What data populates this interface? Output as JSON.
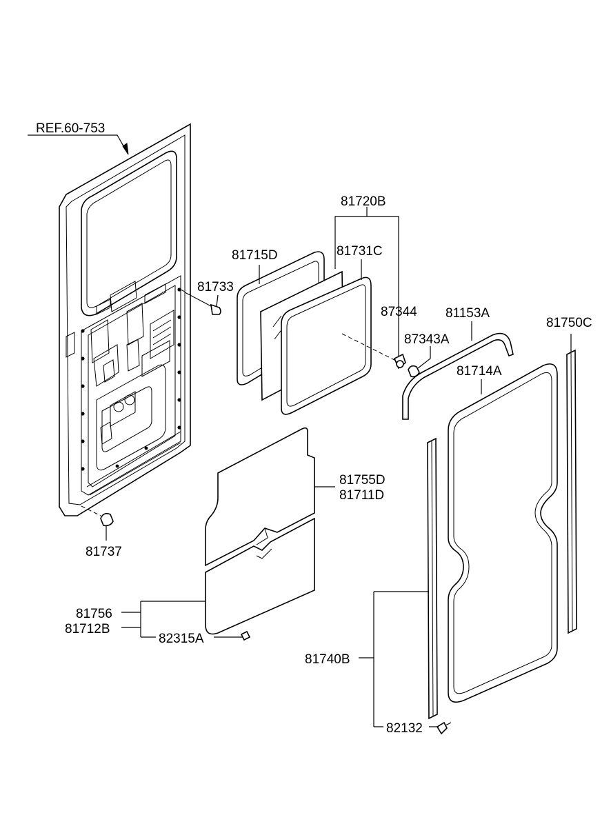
{
  "labels": {
    "ref": "REF.60-753",
    "p81720B": "81720B",
    "p81715D": "81715D",
    "p81731C": "81731C",
    "p81733": "81733",
    "p87344": "87344",
    "p81153A": "81153A",
    "p87343A": "87343A",
    "p81750C": "81750C",
    "p81714A": "81714A",
    "p81755D": "81755D",
    "p81711D": "81711D",
    "p81737": "81737",
    "p81756": "81756",
    "p81712B": "81712B",
    "p82315A": "82315A",
    "p81740B": "81740B",
    "p82132": "82132"
  }
}
